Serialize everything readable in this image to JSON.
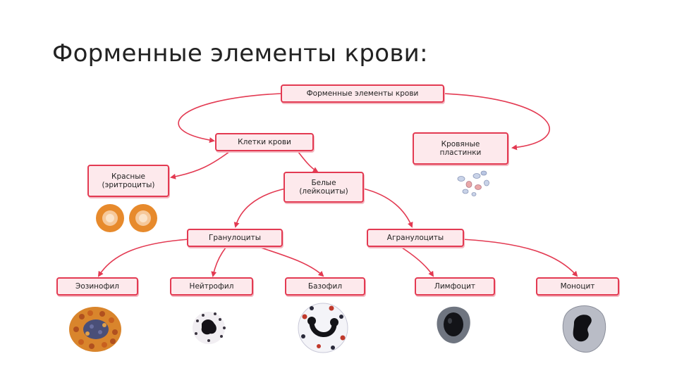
{
  "slide": {
    "title": "Форменные элементы крови:"
  },
  "diagram": {
    "root": "Форменные элементы крови",
    "cells": "Клетки крови",
    "platelets": [
      "Кровяные",
      "пластинки"
    ],
    "red": [
      "Красные",
      "(эритроциты)"
    ],
    "white": [
      "Белые",
      "(лейкоциты)"
    ],
    "granulocytes": "Гранулоциты",
    "agranulocytes": "Агранулоциты",
    "eosinophil": "Эозинофил",
    "neutrophil": "Нейтрофил",
    "basophil": "Базофил",
    "lymphocyte": "Лимфоцит",
    "monocyte": "Моноцит"
  },
  "colors": {
    "box_border": "#e33a52",
    "box_fill": "#fde9ec",
    "arrow": "#e33a52"
  }
}
